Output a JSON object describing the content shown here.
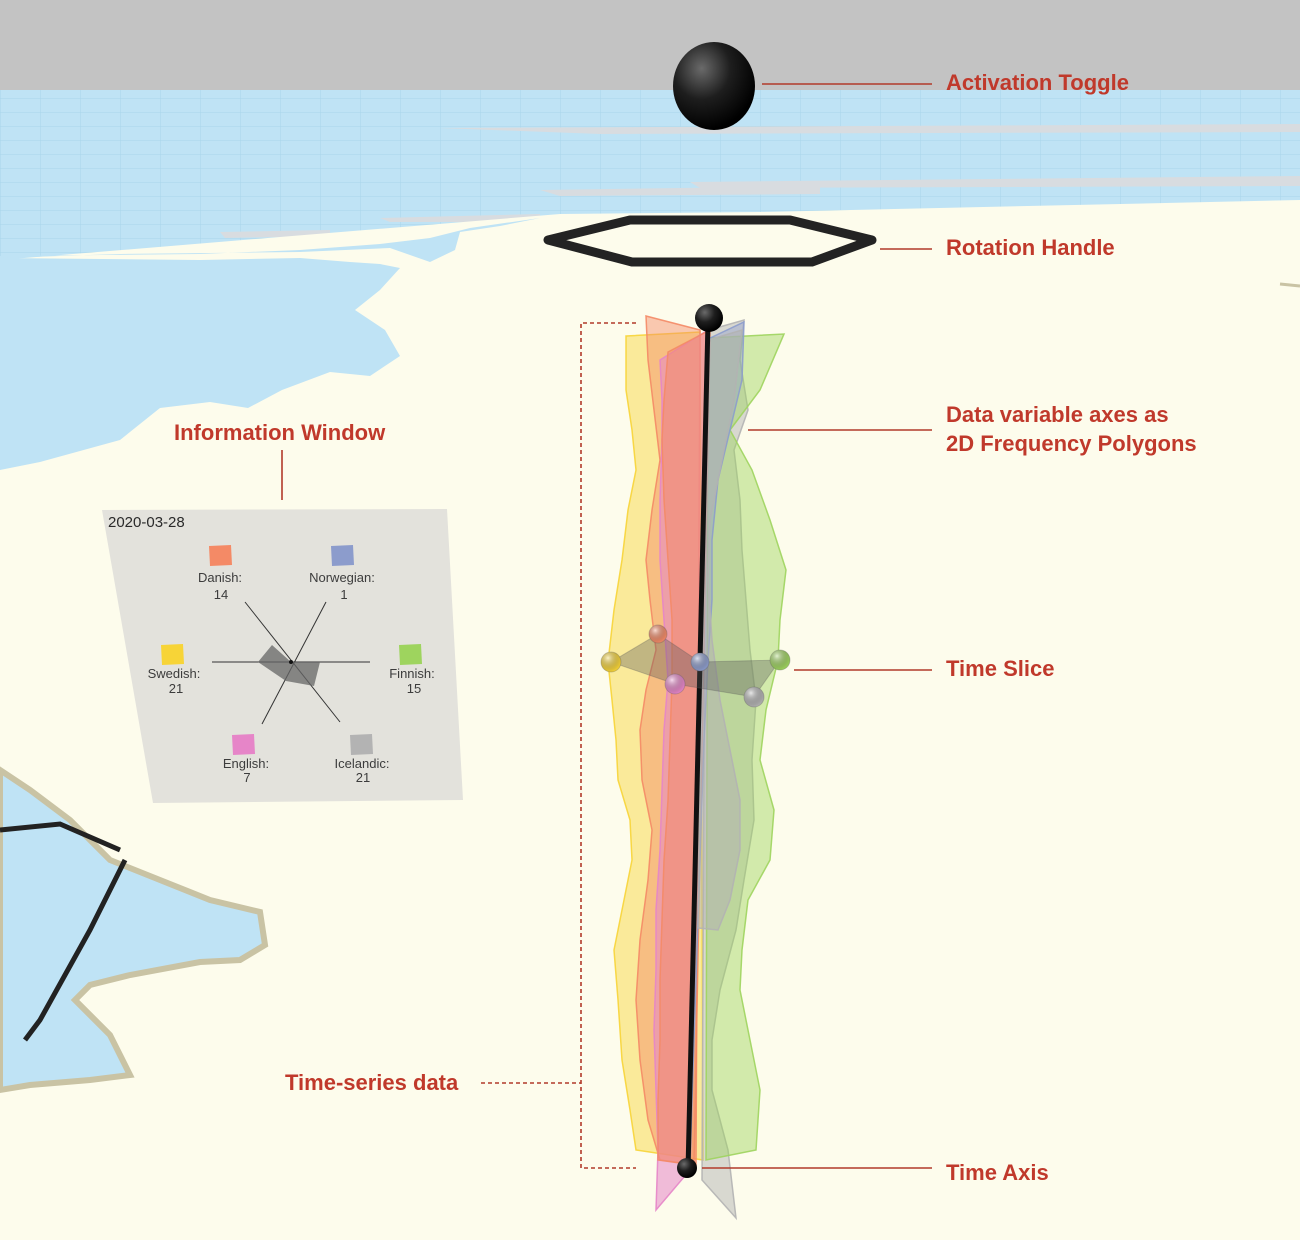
{
  "callouts": {
    "activation_toggle": "Activation Toggle",
    "rotation_handle": "Rotation Handle",
    "data_axes_line1": "Data variable axes as",
    "data_axes_line2": "2D Frequency Polygons",
    "information_window": "Information Window",
    "time_slice": "Time Slice",
    "time_series": "Time-series data",
    "time_axis": "Time Axis"
  },
  "info_window": {
    "date": "2020-03-28",
    "variables": [
      {
        "name": "Danish:",
        "value": "14",
        "color": "#f48a66"
      },
      {
        "name": "Norwegian:",
        "value": "1",
        "color": "#8c9ccc"
      },
      {
        "name": "Swedish:",
        "value": "21",
        "color": "#f7d437"
      },
      {
        "name": "Finnish:",
        "value": "15",
        "color": "#9ed45e"
      },
      {
        "name": "English:",
        "value": "7",
        "color": "#e685c8"
      },
      {
        "name": "Icelandic:",
        "value": "21",
        "color": "#b3b3b3"
      }
    ]
  },
  "colors": {
    "danish": "#f48a66",
    "norwegian": "#8c9ccc",
    "swedish": "#f7d437",
    "finnish": "#9ed45e",
    "english": "#e685c8",
    "icelandic": "#b3b3b3",
    "sea": "#bfe3f5",
    "land": "#fdfcec",
    "sky": "#c3c3c3",
    "annotation": "#c0392b"
  }
}
